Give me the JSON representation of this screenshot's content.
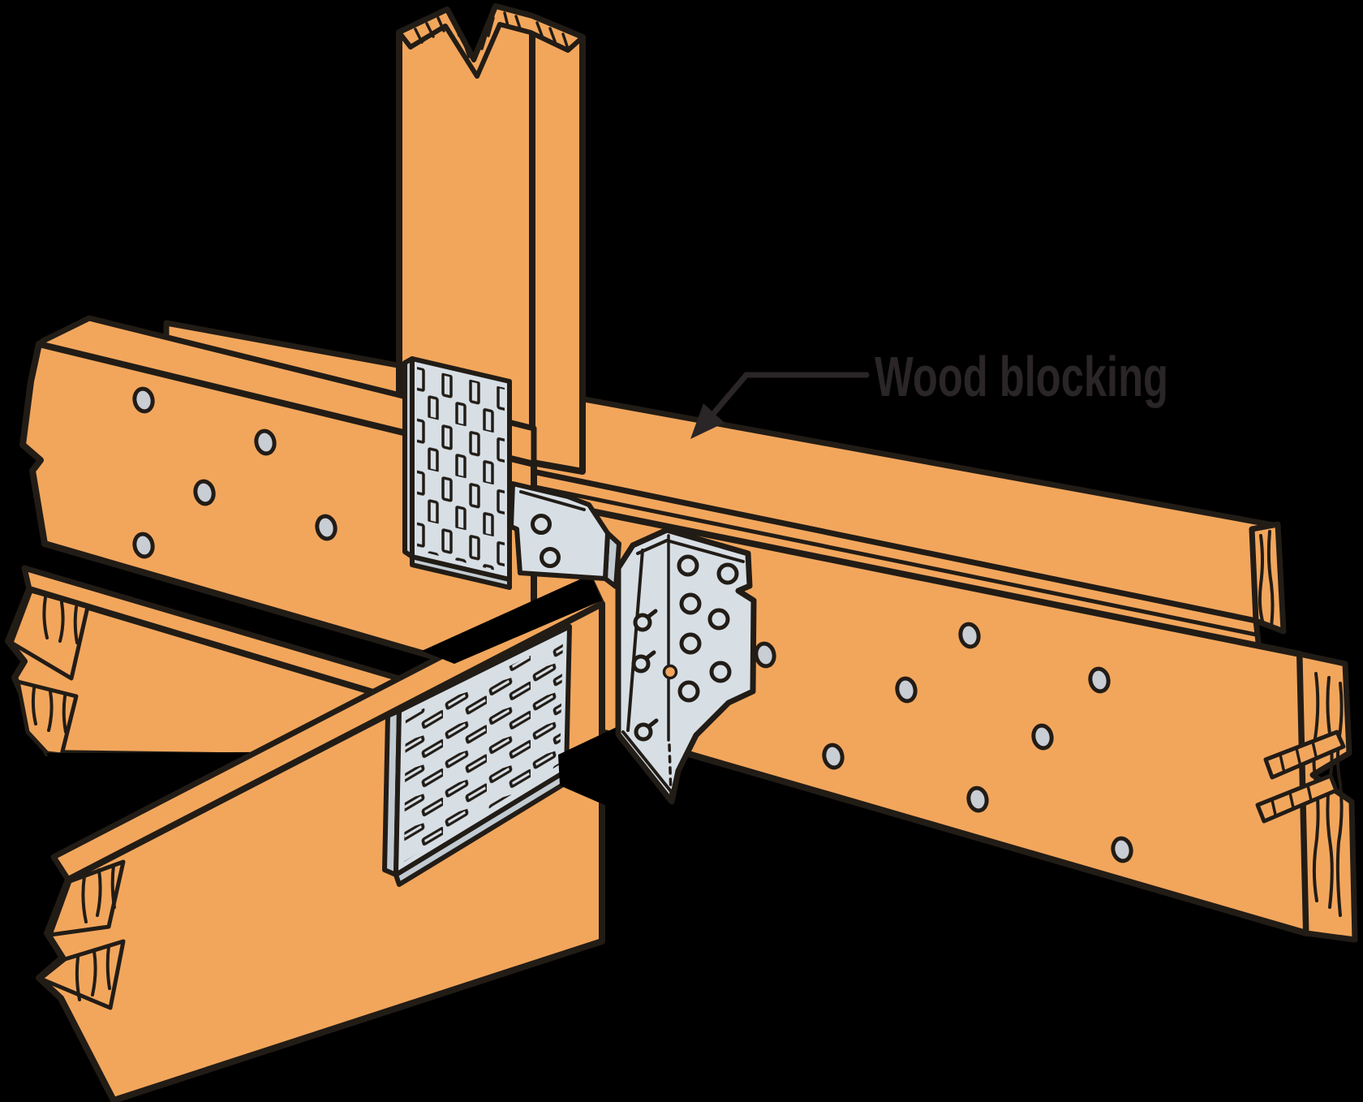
{
  "annotation": {
    "label": "Wood blocking"
  },
  "colors": {
    "background": "#000000",
    "wood": "#F2A65C",
    "outline": "#221C16",
    "metal": "#D7DFE5",
    "metal_edge": "#C2CBD2",
    "nail": "#C9CDD4",
    "label": "#2A2526"
  },
  "components": {
    "post": "vertical-post",
    "blocking": "wood-blocking-member",
    "beam_right": "header-beam",
    "beam_top_left": "broken-joist-upper",
    "beam_middle": "broken-joist-middle",
    "joist_diagonal": "joist-in-hanger",
    "plate_vertical": "punched-nail-plate-vertical",
    "plate_slanted": "punched-nail-plate-slanted",
    "angle_bracket": "angle-bracket",
    "hanger": "face-mount-joist-hanger"
  }
}
